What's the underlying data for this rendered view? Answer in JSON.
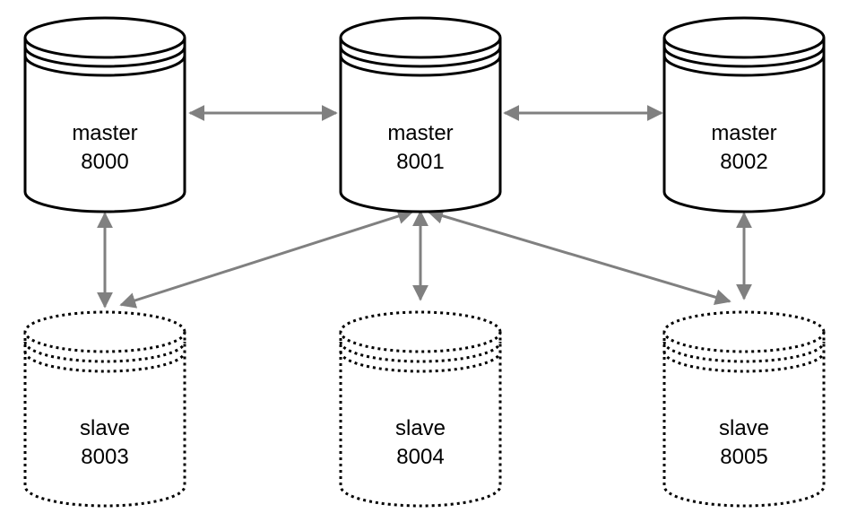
{
  "diagram": {
    "nodes": [
      {
        "id": "n8000",
        "role": "master",
        "lines": [
          "master",
          "8000"
        ],
        "style": "solid"
      },
      {
        "id": "n8001",
        "role": "master",
        "lines": [
          "master",
          "8001"
        ],
        "style": "solid"
      },
      {
        "id": "n8002",
        "role": "master",
        "lines": [
          "master",
          "8002"
        ],
        "style": "solid"
      },
      {
        "id": "n8003",
        "role": "slave",
        "lines": [
          "slave",
          "8003"
        ],
        "style": "dotted"
      },
      {
        "id": "n8004",
        "role": "slave",
        "lines": [
          "slave",
          "8004"
        ],
        "style": "dotted"
      },
      {
        "id": "n8005",
        "role": "slave",
        "lines": [
          "slave",
          "8005"
        ],
        "style": "dotted"
      }
    ],
    "edges": [
      {
        "from": "n8000",
        "to": "n8001",
        "direction": "both"
      },
      {
        "from": "n8001",
        "to": "n8002",
        "direction": "both"
      },
      {
        "from": "n8000",
        "to": "n8003",
        "direction": "both"
      },
      {
        "from": "n8002",
        "to": "n8005",
        "direction": "both"
      },
      {
        "from": "n8001",
        "to": "n8003",
        "direction": "both"
      },
      {
        "from": "n8001",
        "to": "n8004",
        "direction": "both"
      },
      {
        "from": "n8001",
        "to": "n8005",
        "direction": "both"
      }
    ],
    "colors": {
      "stroke": "#000000",
      "arrow": "#808080",
      "fill": "#ffffff",
      "text": "#000000"
    }
  }
}
